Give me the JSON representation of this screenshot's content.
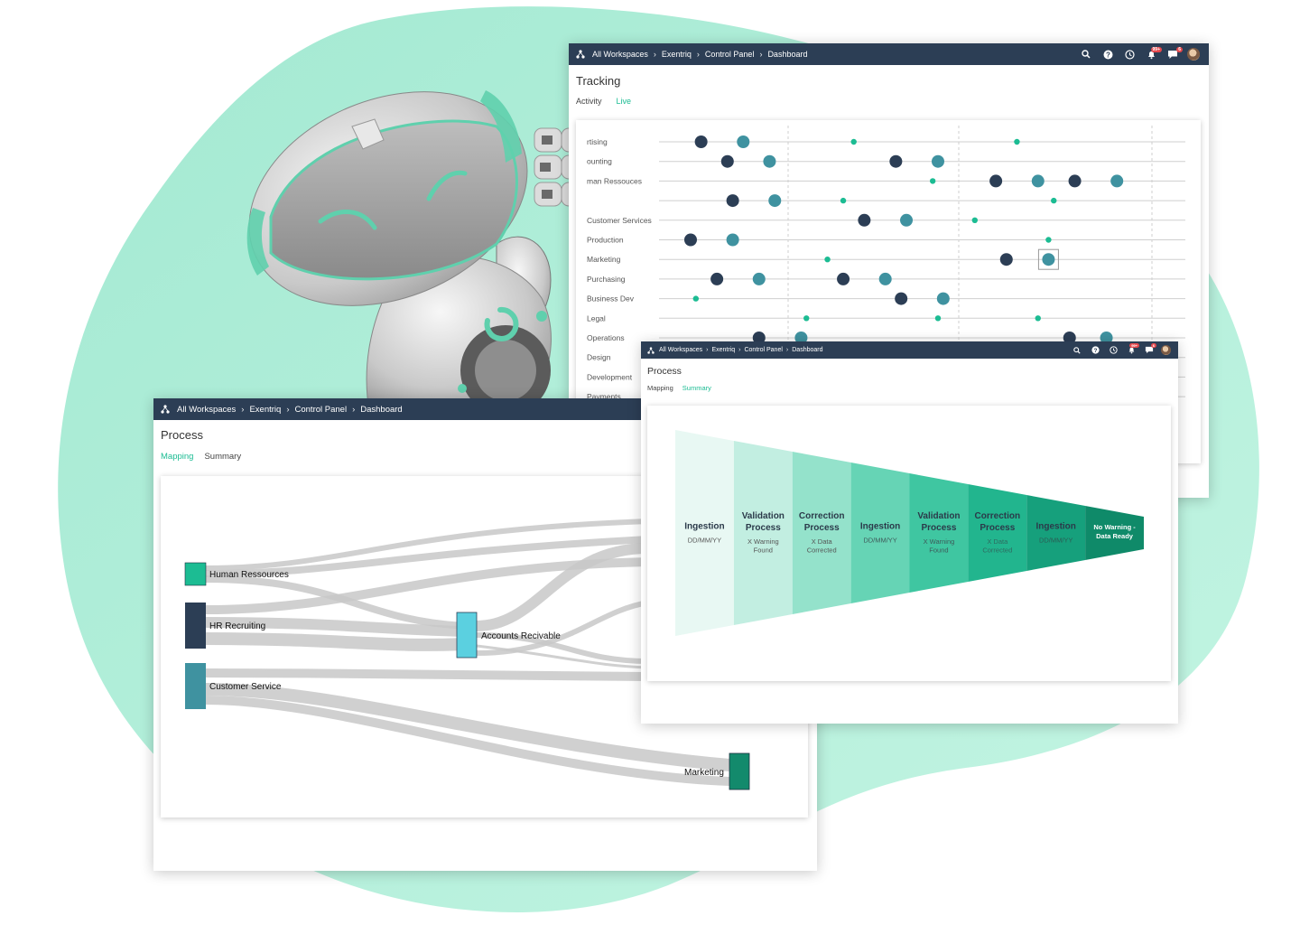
{
  "colors": {
    "blob": "#9ee8cf",
    "topbar": "#2c3e55",
    "accent": "#1cbc93",
    "dot_dark": "#2c3e55",
    "dot_teal": "#3f92a0",
    "dot_small": "#1cbc93",
    "flow_gray": "#c8c8c8"
  },
  "tracking_panel": {
    "breadcrumbs": [
      "All Workspaces",
      "Exentriq",
      "Control Panel",
      "Dashboard"
    ],
    "title": "Tracking",
    "tabs": [
      {
        "label": "Activity",
        "active": false
      },
      {
        "label": "Live",
        "active": true
      }
    ],
    "icons": [
      "search-icon",
      "help-icon",
      "clock-icon",
      "bell-icon",
      "chat-icon"
    ],
    "notification_badge": "99+",
    "chat_badge": "6",
    "rows": [
      {
        "label": "Advertising",
        "visible_label": "rtising",
        "events": [
          {
            "t": 0.08,
            "k": "dark"
          },
          {
            "t": 0.16,
            "k": "teal"
          },
          {
            "t": 0.37,
            "k": "small"
          },
          {
            "t": 0.68,
            "k": "small"
          }
        ]
      },
      {
        "label": "Accounting",
        "visible_label": "ounting",
        "events": [
          {
            "t": 0.13,
            "k": "dark"
          },
          {
            "t": 0.21,
            "k": "teal"
          },
          {
            "t": 0.45,
            "k": "dark"
          },
          {
            "t": 0.53,
            "k": "teal"
          }
        ]
      },
      {
        "label": "Human Ressouces",
        "visible_label": "man Ressouces",
        "events": [
          {
            "t": 0.52,
            "k": "small"
          },
          {
            "t": 0.64,
            "k": "dark"
          },
          {
            "t": 0.72,
            "k": "teal"
          },
          {
            "t": 0.79,
            "k": "dark"
          },
          {
            "t": 0.87,
            "k": "teal"
          }
        ]
      },
      {
        "label": "",
        "visible_label": "",
        "events": [
          {
            "t": 0.14,
            "k": "dark"
          },
          {
            "t": 0.22,
            "k": "teal"
          },
          {
            "t": 0.35,
            "k": "small"
          },
          {
            "t": 0.75,
            "k": "small"
          }
        ]
      },
      {
        "label": "Customer Services",
        "visible_label": "Customer Services",
        "events": [
          {
            "t": 0.39,
            "k": "dark"
          },
          {
            "t": 0.47,
            "k": "teal"
          },
          {
            "t": 0.6,
            "k": "small"
          }
        ]
      },
      {
        "label": "Production",
        "visible_label": "Production",
        "events": [
          {
            "t": 0.06,
            "k": "dark"
          },
          {
            "t": 0.14,
            "k": "teal"
          },
          {
            "t": 0.74,
            "k": "small"
          }
        ]
      },
      {
        "label": "Marketing",
        "visible_label": "Marketing",
        "events": [
          {
            "t": 0.32,
            "k": "small"
          },
          {
            "t": 0.66,
            "k": "dark"
          },
          {
            "t": 0.74,
            "k": "teal",
            "selected": true
          }
        ]
      },
      {
        "label": "Purchasing",
        "visible_label": "Purchasing",
        "events": [
          {
            "t": 0.11,
            "k": "dark"
          },
          {
            "t": 0.19,
            "k": "teal"
          },
          {
            "t": 0.35,
            "k": "dark"
          },
          {
            "t": 0.43,
            "k": "teal"
          }
        ]
      },
      {
        "label": "Business Dev",
        "visible_label": "Business Dev",
        "events": [
          {
            "t": 0.07,
            "k": "small"
          },
          {
            "t": 0.46,
            "k": "dark"
          },
          {
            "t": 0.54,
            "k": "teal"
          }
        ]
      },
      {
        "label": "Legal",
        "visible_label": "Legal",
        "events": [
          {
            "t": 0.28,
            "k": "small"
          },
          {
            "t": 0.53,
            "k": "small"
          },
          {
            "t": 0.72,
            "k": "small"
          }
        ]
      },
      {
        "label": "Operations",
        "visible_label": "Operations",
        "events": [
          {
            "t": 0.19,
            "k": "dark"
          },
          {
            "t": 0.27,
            "k": "teal"
          },
          {
            "t": 0.78,
            "k": "dark"
          },
          {
            "t": 0.85,
            "k": "teal"
          }
        ]
      },
      {
        "label": "Design",
        "visible_label": "Design",
        "events": []
      },
      {
        "label": "Development",
        "visible_label": "Development",
        "events": []
      },
      {
        "label": "Payments",
        "visible_label": "Payments",
        "events": []
      }
    ]
  },
  "process_mapping_panel": {
    "breadcrumbs": [
      "All Workspaces",
      "Exentriq",
      "Control Panel",
      "Dashboard"
    ],
    "title": "Process",
    "tabs": [
      {
        "label": "Mapping",
        "active": true
      },
      {
        "label": "Summary",
        "active": false
      }
    ],
    "nodes": [
      {
        "id": "hr",
        "label": "Human Ressources",
        "color": "#1cbc93"
      },
      {
        "id": "hrr",
        "label": "HR Recruiting",
        "color": "#2c3e55"
      },
      {
        "id": "cs",
        "label": "Customer Service",
        "color": "#3f92a0"
      },
      {
        "id": "ar",
        "label": "Accounts Recivable",
        "color": "#5bd0e0"
      },
      {
        "id": "mk",
        "label": "Marketing",
        "color": "#138a6c"
      }
    ]
  },
  "process_summary_panel": {
    "breadcrumbs": [
      "All Workspaces",
      "Exentriq",
      "Control Panel",
      "Dashboard"
    ],
    "title": "Process",
    "tabs": [
      {
        "label": "Mapping",
        "active": false
      },
      {
        "label": "Summary",
        "active": true
      }
    ],
    "icons": [
      "search-icon",
      "help-icon",
      "clock-icon",
      "bell-icon",
      "chat-icon"
    ],
    "notification_badge": "99+",
    "chat_badge": "6",
    "stages": [
      {
        "title_lines": [
          "Ingestion"
        ],
        "sub_lines": [
          "DD/MM/YY"
        ],
        "color": "#e8f8f3",
        "title_color": "#2b3a4a",
        "sub_color": "#555555"
      },
      {
        "title_lines": [
          "Validation",
          "Process"
        ],
        "sub_lines": [
          "X Warning",
          "Found"
        ],
        "color": "#c2eee1",
        "title_color": "#2b3a4a",
        "sub_color": "#555555"
      },
      {
        "title_lines": [
          "Correction",
          "Process"
        ],
        "sub_lines": [
          "X Data",
          "Corrected"
        ],
        "color": "#94e2cb",
        "title_color": "#2b3a4a",
        "sub_color": "#555555"
      },
      {
        "title_lines": [
          "Ingestion"
        ],
        "sub_lines": [
          "DD/MM/YY"
        ],
        "color": "#66d4b5",
        "title_color": "#2b3a4a",
        "sub_color": "#3f5a5a"
      },
      {
        "title_lines": [
          "Validation",
          "Process"
        ],
        "sub_lines": [
          "X Warning",
          "Found"
        ],
        "color": "#3fc6a1",
        "title_color": "#2b3a4a",
        "sub_color": "#3f5a5a"
      },
      {
        "title_lines": [
          "Correction",
          "Process"
        ],
        "sub_lines": [
          "X Data",
          "Corrected"
        ],
        "color": "#22b58e",
        "title_color": "#2b3a4a",
        "sub_color": "#2f6b60"
      },
      {
        "title_lines": [
          "Ingestion"
        ],
        "sub_lines": [
          "DD/MM/YY"
        ],
        "color": "#16a07c",
        "title_color": "#2b3a4a",
        "sub_color": "#2b5e55"
      },
      {
        "title_lines": [
          "No Warning -",
          "Data Ready"
        ],
        "sub_lines": [],
        "color": "#0f8a69",
        "title_color": "#ffffff",
        "sub_color": "#ffffff"
      }
    ]
  }
}
